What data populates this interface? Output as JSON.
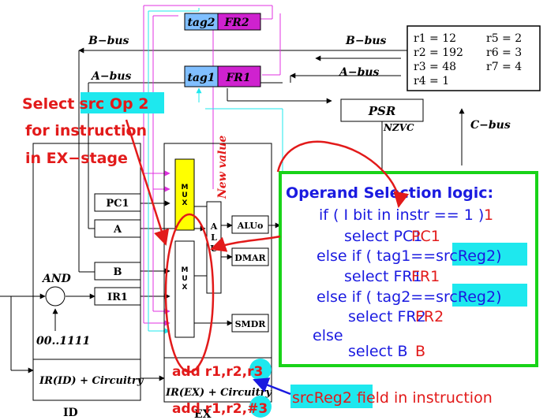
{
  "colors": {
    "red": "#e21a1a",
    "blue": "#1a1ae0",
    "green": "#18d318",
    "cyan": "#1ee8ee",
    "magenta": "#e030e0",
    "tag_blue": "#80bfff",
    "fr_magenta": "#cf22cf",
    "mux_yellow": "#ffff00",
    "black": "#000000"
  },
  "registers": {
    "tag2": "tag2",
    "fr2": "FR2",
    "tag1": "tag1",
    "fr1": "FR1"
  },
  "regfile": [
    "r1 = 12",
    "r5 = 2",
    "r2 = 192",
    "r6 = 3",
    "r3 = 48",
    "r7 = 4",
    "r4 = 1"
  ],
  "buses": {
    "b_bus_left": "B−bus",
    "a_bus_left": "A−bus",
    "b_bus_right": "B−bus",
    "a_bus_right": "A−bus",
    "c_bus": "C−bus"
  },
  "psr": {
    "label": "PSR",
    "flags": "NZVC"
  },
  "callout": {
    "line1": "Select",
    "line1_highlight": "src Op 2",
    "line2": "for instruction",
    "line3": "in EX−stage"
  },
  "new_value": "New value",
  "id_stage": {
    "pc1": "PC1",
    "a": "A",
    "b": "B",
    "ir1": "IR1",
    "and": "AND",
    "mask": "00..1111",
    "ir_id": "IR(ID) + Circuitry",
    "label": "ID"
  },
  "ex_stage": {
    "mux_top": [
      "M",
      "U",
      "X"
    ],
    "mux_bottom": [
      "M",
      "U",
      "X"
    ],
    "alu": [
      "A",
      "L",
      "U"
    ],
    "aluo": "ALUo",
    "dmar": "DMAR",
    "smdr": "SMDR",
    "ir_ex": "IR(EX) + Circuitry",
    "label": "EX"
  },
  "logic": {
    "title": "Operand Selection logic:",
    "l1": "if ( I bit in instr == 1 )",
    "l2": "select  PC1",
    "l3a": "else if ( ",
    "l3b": "tag1==srcReg2",
    "l3c": ")",
    "l4": "select  FR1",
    "l5a": "else if ( ",
    "l5b": "tag2==srcReg2",
    "l5c": ")",
    "l6": "select  FR2",
    "l7": "else",
    "l8": "select  B"
  },
  "instructions": {
    "i1a": "add r1,r2,",
    "i1b": "r3",
    "i2a": "add r1,r2,",
    "i2b": "#3"
  },
  "srcreg_note": {
    "highlight": "srcReg2",
    "rest": " field in instruction"
  }
}
